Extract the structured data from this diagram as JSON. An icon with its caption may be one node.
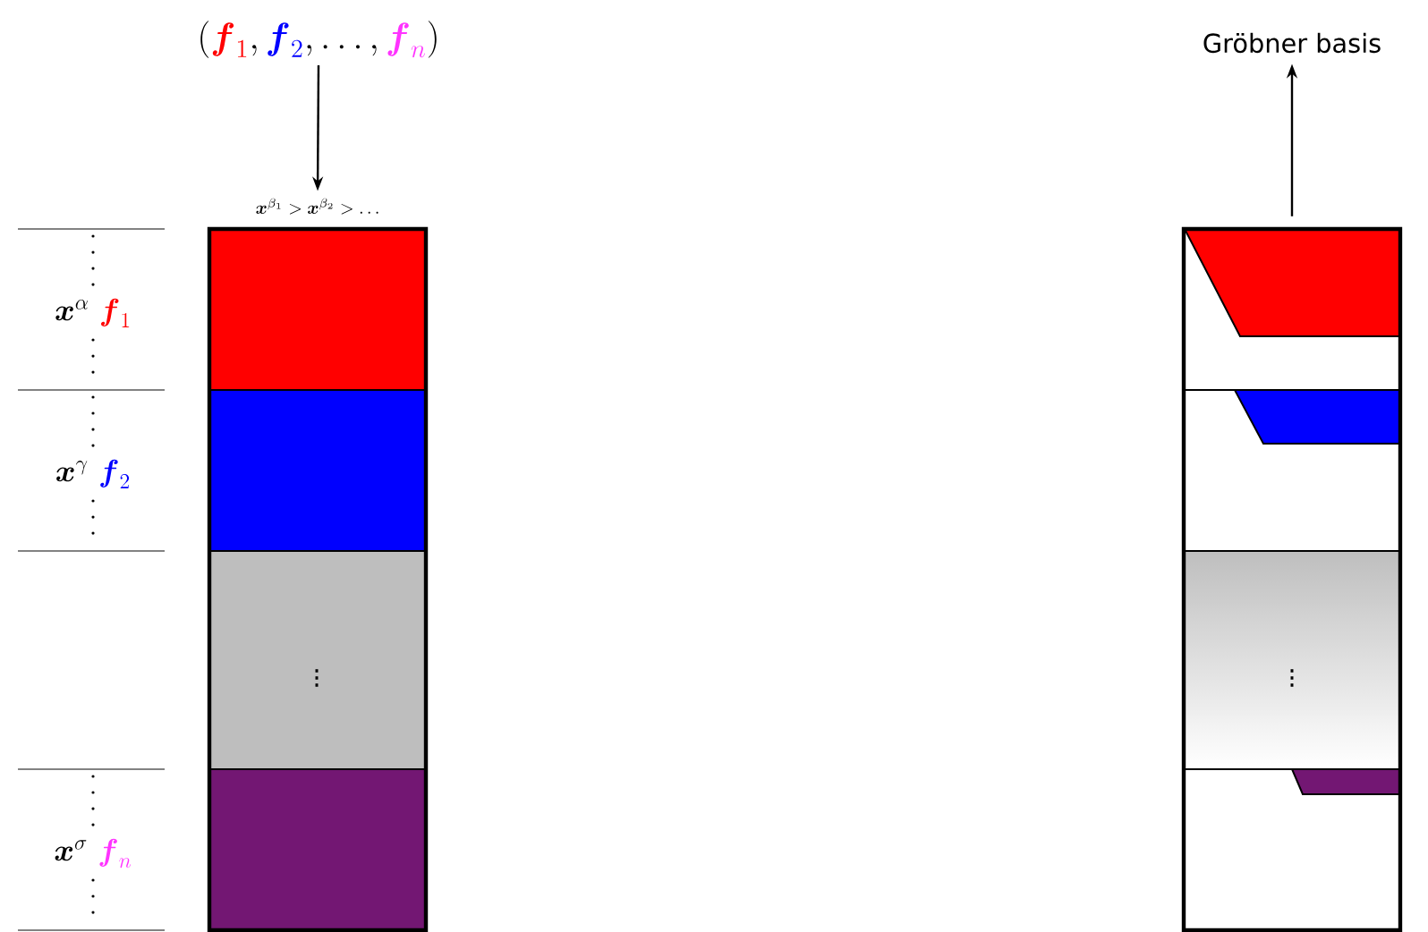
{
  "diagram": {
    "nodes": [
      {
        "text": [
          "\\left(\\textcolor[HTML]{FF0000}{\\boldsymbol{f}_1}, \\textcolor[HTML]{0000FF}{\\boldsymbol{f}_2}, \\ldots, \\textcolor[HTML]{FF33FF}{\\boldsymbol{f}_n}\\right)"
        ]
      },
      {
        "text": [
          "\\boldsymbol{x}^{\\beta_1} > \\boldsymbol{x}^{\\beta_2} > \\ldots"
        ]
      },
      {
        "text": [],
        "shape": "box"
      },
      {
        "text": [
          "Gröbner basis"
        ]
      }
    ],
    "edges": [
      {
        "from": 0,
        "to": 1,
        "arrow": "to"
      },
      {
        "from": 2,
        "to": 3,
        "arrow": "to"
      }
    ],
    "labels": [
      "\\boldsymbol{x}^{\\alpha}\\ \\textcolor[HTML]{FF0000}{\\boldsymbol{f}_1}",
      "\\boldsymbol{x}^{\\gamma}\\ \\textcolor[HTML]{0000FF}{\\boldsymbol{f}_2}",
      "\\vdots",
      "\\boldsymbol{x}^{\\sigma}\\ \\textcolor[HTML]{FF33FF}{\\boldsymbol{f}_n}",
      "\\vdots"
    ]
  }
}
